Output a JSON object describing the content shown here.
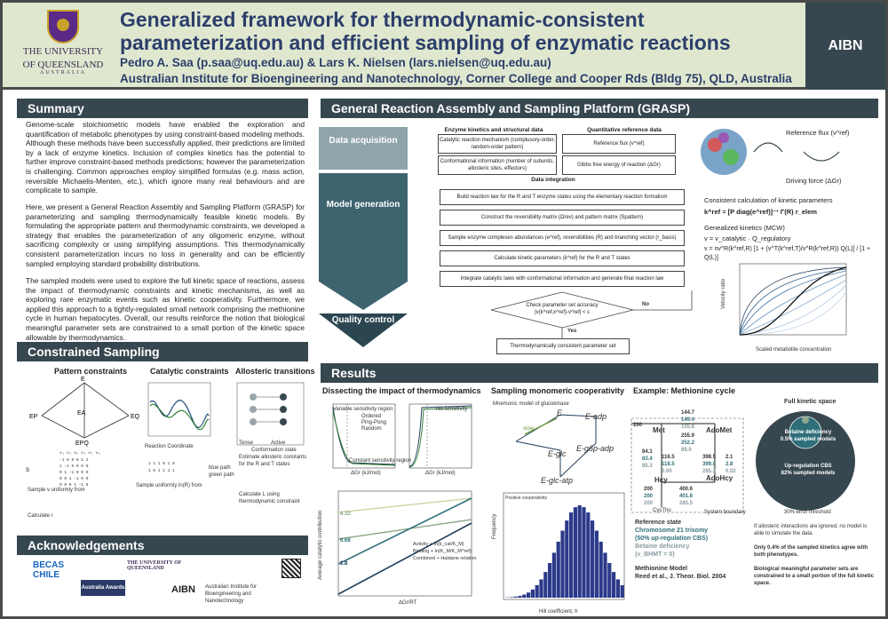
{
  "header": {
    "uq_name_line1": "THE UNIVERSITY",
    "uq_name_line2": "OF QUEENSLAND",
    "uq_sub": "AUSTRALIA",
    "title": "Generalized framework for thermodynamic-consistent parameterization and efficient sampling of enzymatic reactions",
    "authors": "Pedro A. Saa (p.saa@uq.edu.au) & Lars K. Nielsen (lars.nielsen@uq.edu.au)",
    "institute": "Australian Institute for Bioengineering and Nanotechnology, Corner College and Cooper Rds (Bldg 75), QLD, Australia",
    "tag": "AIBN"
  },
  "summary": {
    "heading": "Summary",
    "p1": "Genome-scale stoichiometric models have enabled the exploration and quantification of metabolic phenotypes by using constraint-based modeling methods. Although these methods have been successfully applied, their predictions are limited by a lack of enzyme kinetics. Inclusion of complex kinetics has the potential to further improve constraint-based methods predictions; however the parameterization is challenging. Common approaches employ simplified formulas (e.g. mass action, reversible Michaelis-Menten, etc.), which ignore many real behaviours and are complicate to sample.",
    "p2": "Here, we present a General Reaction Assembly and Sampling Platform (GRASP) for parameterizing and sampling thermodynamically feasible kinetic models. By formulating the appropriate pattern and thermodynamic constraints, we developed a strategy that enables the parameterization of any oligomeric enzyme, without sacrificing complexity or using simplifying assumptions. This thermodynamically consistent parameterization incurs no loss in generality and can be efficiently sampled employing standard probability distributions.",
    "p3": "The sampled models were used to explore the full kinetic space of reactions, assess the impact of thermodynamic constraints and kinetic mechanisms, as well as exploring rare enzymatic events such as kinetic cooperativity. Furthermore, we applied this approach to a tightly-regulated small network comprising the methionine cycle in human hepatocytes. Overall, our results reinforce the notion that biological meaningful parameter sets are constrained to a small portion of the kinetic space allowable by thermodynamics."
  },
  "constrained": {
    "heading": "Constrained Sampling",
    "pattern": "Pattern constraints",
    "catalytic": "Catalytic constraints",
    "allosteric": "Allosteric transitions",
    "reaction_coord": "Reaction Coordinate",
    "conf_state": "Conformation state",
    "tense": "Tense",
    "active": "Active",
    "note1": "Sample v uniformly from",
    "note2": "Calculate r",
    "note3": "Sample uniformly ln(R) from",
    "note4": "Estimate allosteric constants for the R and T states",
    "note5": "Calculate L using thermodynamic constraint",
    "blue_path": "blue path",
    "green_path": "green path"
  },
  "ack": {
    "heading": "Acknowledgements",
    "becas": "BECAS CHILE",
    "uq": "THE UNIVERSITY OF QUEENSLAND",
    "aibn": "AIBN",
    "aibn_full": "Australian Institute for Bioengineering and Nanotechnology",
    "awards": "Australia Awards"
  },
  "grasp": {
    "heading": "General Reaction Assembly and Sampling Platform (GRASP)",
    "stage1": "Data acquisition",
    "stage2": "Model generation",
    "stage3": "Quality control",
    "col1_title": "Enzyme kinetics and structural data",
    "col2_title": "Quantitative reference data",
    "c1a": "Catalytic reaction mechanism (complusory-order, random-order pattern)",
    "c1b": "Conformational information (number of subunits, allosteric sites, effectors)",
    "c2a": "Reference flux (v^ref)",
    "c2b": "Gibbs free energy of reaction (ΔGr)",
    "integration": "Data integration",
    "step1": "Build reaction law for the R and T enzyme states using the elementary reaction formalism",
    "step2": "Construct the reversibility matrix (Ωrev) and pattern matrix (Spattern)",
    "step3": "Sample enzyme complexes abundances (e^ref), reversibilities (R) and branching vector (r_basis)",
    "step4": "Calculate kinetic parameters (k^ref) for the R and T states",
    "step5": "Integrate catalytic laws with conformational information and generate final reaction law",
    "check": "Check parameter set accuracy |v(k^ref,x^ref)-v^ref| < ε",
    "no": "No",
    "yes": "Yes",
    "final": "Thermodynamically consistent parameter set",
    "ref_flux": "Reference flux (v^ref)",
    "driving": "Driving force (ΔGr)",
    "consistent_title": "Consistent calculation of kinetic parameters",
    "consistent_eq": "k^ref = [P diag(e^ref)]⁻¹ Γ(R) r_elem",
    "mcw_title": "Genealized kinetics (MCW)",
    "mcw_eq1": "v = v_catalytic · Q_regulatory",
    "mcw_eq2": "v = nv^R(k^ref,R) [1 + (v^T(k^ref,T)/v^R(k^ref,R)) Q(L)] / [1 + Q(L)]",
    "velocity_ratio": "Velocity ratio",
    "scaled_metab": "Scaled metabolite concentration"
  },
  "results": {
    "heading": "Results",
    "thermo_title": "Dissecting the impact of thermodynamics",
    "coop_title": "Sampling monomeric cooperativity",
    "meth_title": "Example: Methionine cycle",
    "variable_region": "Variable sensitivity region",
    "no_sensitivity": "No sensitivity",
    "constant_region": "Constant sensitivity region",
    "legend": [
      "Ordered",
      "Ping-Pong",
      "Random"
    ],
    "x_dg": "ΔGr (kJ/mol)",
    "avg_contrib": "Average catalytic contribution",
    "line_labels": [
      "Activity + ln(k_cat/K_M)",
      "Binding + ln(K_M/K_M^ref)",
      "Combined + Haldane relation"
    ],
    "ticks_contrib": [
      "8.32",
      "6.68",
      "1.8"
    ],
    "x_dgrt": "ΔGr/RT",
    "glucokinase": "Mnemonic model of glucokinase",
    "states": [
      "E",
      "E-adp",
      "E-g6p-adp",
      "E-glc",
      "E-glc-atp"
    ],
    "slow": "slow",
    "freq_label": "Frequency",
    "hill_label": "Hill coefficient, h",
    "positive_coop": "Positive cooperativity",
    "meth_values": {
      "v200": "200",
      "met_vals": [
        "144.7",
        "149.4",
        "155.8"
      ],
      "left_vals": [
        "84.1",
        "83.4",
        "85.3"
      ],
      "mid_vals": [
        "255.9",
        "252.2",
        "89.9"
      ],
      "b_vals": [
        "116.5",
        "118.5",
        "0.00"
      ],
      "c_vals": [
        "398.5",
        "399.0",
        "285.3"
      ],
      "d_vals": [
        "2.1",
        "2.8",
        "0.02"
      ],
      "hcy_vals": [
        "200",
        "200",
        "200"
      ],
      "e_vals": [
        "400.6",
        "401.6",
        "285.5"
      ]
    },
    "metabolites": [
      "Met",
      "AdoMet",
      "AdoHcy",
      "Hcy",
      "CysTho"
    ],
    "system_boundary": "System boundary",
    "ref_state": "Reference state",
    "trisomy": "Chromosome 21 trisomy",
    "upreg": "(50% up-regulation CBS)",
    "betaine": "Betaine deficiency",
    "vbhmt": "(v_BHMT = 0)",
    "model_title": "Methionine Model",
    "model_ref": "Reed et al., J. Theor. Biol. 2004",
    "full_space": "Full kinetic space",
    "bd_label": "Betaine deficiency",
    "bd_pct": "0.5% sampled models",
    "cbs_label": "Up-regulation CBS",
    "cbs_pct": "82% sampled models",
    "error_lbl": "30% error threshold",
    "note1": "If allosteric interactions are ignored, no model is able to simulate the data.",
    "note2": "Only 0.4% of the sampled kinetics agree with both phenotypes.",
    "note3": "Biological meaningful parameter sets are constrained to a small portion of the full kinetic space."
  },
  "colors": {
    "dark": "#37474f",
    "header_bg": "#dfe8cf",
    "title_blue": "#2c3e6b",
    "teal": "#2f6f7a",
    "funnel": "#3e6470"
  }
}
